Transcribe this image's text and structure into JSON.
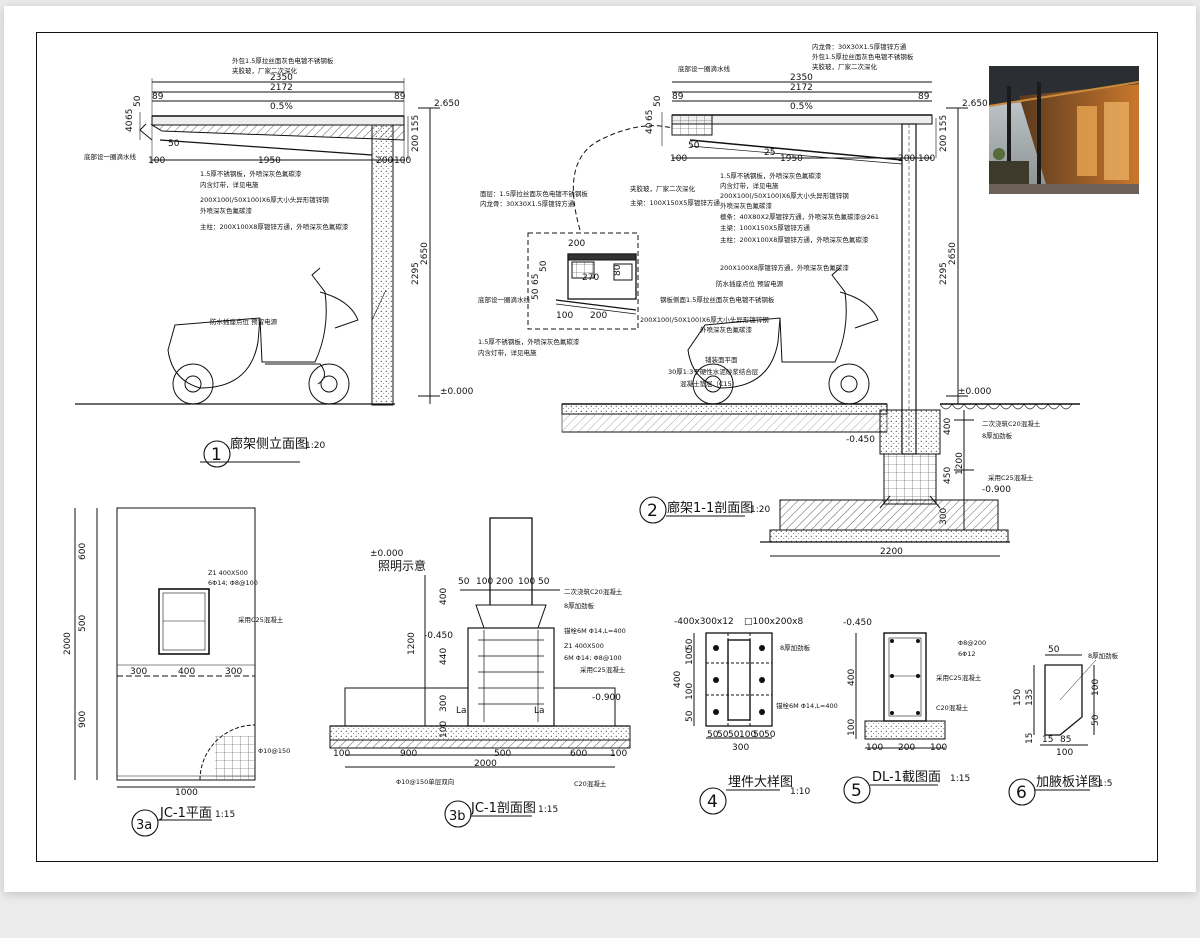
{
  "titles": {
    "t1": {
      "num": "1",
      "name": "廊架侧立面图",
      "scale": "1:20"
    },
    "t2": {
      "num": "2",
      "name": "廊架1-1剖面图",
      "scale": "1:20"
    },
    "t3a": {
      "num": "3a",
      "name": "JC-1平面",
      "scale": "1:15"
    },
    "t3b": {
      "num": "3b",
      "name": "JC-1剖面图",
      "scale": "1:15"
    },
    "t4": {
      "num": "4",
      "name": "埋件大样图",
      "scale": "1:10"
    },
    "t5": {
      "num": "5",
      "name": "DL-1截图面",
      "scale": "1:15"
    },
    "t6": {
      "num": "6",
      "name": "加腋板详图",
      "scale": "1:5"
    }
  },
  "view1": {
    "dims": [
      "2350",
      "2172",
      "89",
      "89",
      "0.5%",
      "1950",
      "100",
      "200",
      "100",
      "50",
      "40",
      "65",
      "50",
      "155",
      "200",
      "2650",
      "2295"
    ],
    "levels": [
      "2.650",
      "±0.000"
    ],
    "notes": [
      "外包1.5厚拉丝面灰色电镀不锈钢板",
      "夹胶玻，厂家二次深化",
      "底部设一圈滴水线",
      "1.5厚不锈钢板，外喷深灰色氟碳漆",
      "内含灯带，详见电施",
      "200X100(/50X100)X6厚大小头异形镀锌钢",
      "外喷深灰色氟碳漆",
      "主柱：200X100X8厚镀锌方通，外喷深灰色氟碳漆",
      "防水插座点位  预留电源"
    ]
  },
  "view2": {
    "dims": [
      "2350",
      "2172",
      "89",
      "89",
      "0.5%",
      "1950",
      "100",
      "25",
      "200",
      "100",
      "50",
      "40",
      "65",
      "50",
      "155",
      "200",
      "2650",
      "2295",
      "400",
      "1200",
      "450",
      "300",
      "2200",
      "200",
      "270",
      "80",
      "50",
      "65",
      "50",
      "100",
      "200"
    ],
    "levels": [
      "2.650",
      "±0.000",
      "-0.450",
      "-0.900"
    ],
    "notes": [
      "内龙骨：30X30X1.5厚镀锌方通",
      "外包1.5厚拉丝面灰色电镀不锈钢板",
      "夹胶玻，厂家二次深化",
      "底部设一圈滴水线",
      "1.5厚不锈钢板，外喷深灰色氟碳漆",
      "内含灯带，详见电施",
      "200X100(/50X100)X6厚大小头异形镀锌钢",
      "外喷深灰色氟碳漆",
      "檩条：40X80X2厚镀锌方通，外喷深灰色氟碳漆@261",
      "主梁：100X150X5厚镀锌方通",
      "主柱：200X100X8厚镀锌方通，外喷深灰色氟碳漆",
      "200X100X8厚镀锌方通，外喷深灰色氟碳漆",
      "防水插座点位  预留电源",
      "面层：1.5厚拉丝面灰色电镀不锈钢板",
      "内龙骨：30X30X1.5厚镀锌方通",
      "夹胶玻，厂家二次深化",
      "主梁：100X150X5厚镀锌方通",
      "底部设一圈滴水线",
      "钢板侧面1.5厚拉丝面灰色电镀不锈钢板",
      "200X100(/50X100)X6厚大小头异形镀锌钢",
      "外喷深灰色氟碳漆",
      "1.5厚不锈钢板，外喷深灰色氟碳漆",
      "内含灯带，详见电施",
      "铺装面平面",
      "30厚1:3干硬性水泥砂浆结合层",
      "混凝土垫层（C15）",
      "二次浇筑C20混凝土",
      "8厚加劲板",
      "采用C25混凝土"
    ]
  },
  "view3a": {
    "dims": [
      "600",
      "500",
      "2000",
      "900",
      "300",
      "400",
      "300",
      "1000"
    ],
    "notes": [
      "Z1 400X500",
      "6Φ14; Φ8@100",
      "采用C25混凝土",
      "Φ10@150"
    ]
  },
  "view3b": {
    "dims": [
      "50",
      "100",
      "200",
      "100",
      "50",
      "400",
      "1200",
      "440",
      "300",
      "100",
      "100",
      "900",
      "500",
      "600",
      "100",
      "2000",
      "La",
      "La"
    ],
    "levels": [
      "±0.000",
      "-0.450",
      "-0.900"
    ],
    "notes": [
      "照明示意",
      "二次浇筑C20混凝土",
      "8厚加劲板",
      "锚栓6M Φ14,L=400",
      "Z1 400X500",
      "6M Φ14; Φ8@100",
      "采用C25混凝土",
      "Φ10@150单层双向",
      "C20混凝土"
    ]
  },
  "view4": {
    "dims": [
      "50",
      "100",
      "100",
      "50",
      "400",
      "50",
      "50",
      "50",
      "100",
      "50",
      "50",
      "300"
    ],
    "notes": [
      "-400x300x12",
      "□100x200x8",
      "8厚加劲板",
      "锚栓6M Φ14,L=400"
    ]
  },
  "view5": {
    "dims": [
      "400",
      "100",
      "100",
      "200",
      "100"
    ],
    "levels": [
      "-0.450"
    ],
    "notes": [
      "Φ8@200",
      "6Φ12",
      "采用C25混凝土",
      "C20混凝土"
    ]
  },
  "view6": {
    "dims": [
      "50",
      "135",
      "150",
      "100",
      "50",
      "15",
      "15",
      "85",
      "100"
    ],
    "notes": [
      "8厚加劲板"
    ]
  }
}
